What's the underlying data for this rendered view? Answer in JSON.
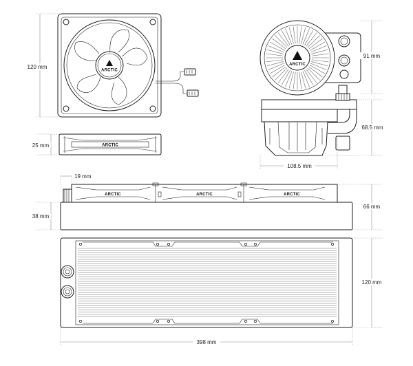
{
  "dimensions": {
    "fan_height": "120 mm",
    "fan_thickness": "25 mm",
    "pump_height": "91 mm",
    "pump_depth": "68.5 mm",
    "pump_width": "108.5 mm",
    "tube_offset": "19 mm",
    "radiator_thickness": "38 mm",
    "total_thickness": "66 mm",
    "radiator_height": "120 mm",
    "radiator_length": "398 mm"
  },
  "branding": {
    "logo_text": "ARCTIC"
  },
  "colors": {
    "line": "#1b1b1b",
    "dimension_line": "#9a9a9a",
    "background": "#ffffff"
  }
}
